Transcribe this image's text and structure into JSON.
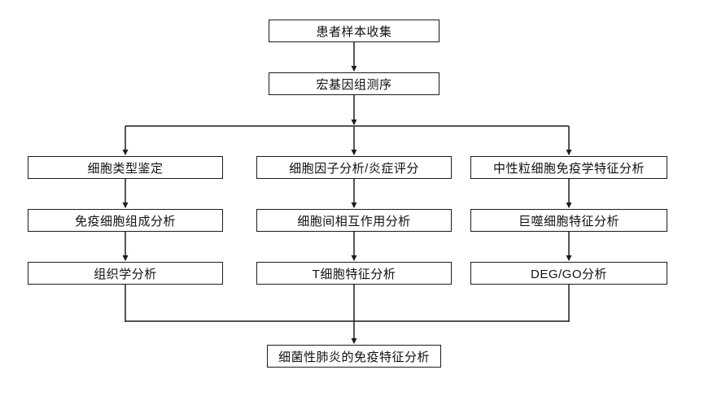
{
  "flowchart": {
    "start": "患者样本收集",
    "step2": "宏基因组测序",
    "columns": {
      "left": [
        "细胞类型鉴定",
        "免疫细胞组成分析",
        "组织学分析"
      ],
      "middle": [
        "细胞因子分析/炎症评分",
        "细胞间相互作用分析",
        "T细胞特征分析"
      ],
      "right": [
        "中性粒细胞免疫学特征分析",
        "巨噬细胞特征分析",
        "DEG/GO分析"
      ]
    },
    "end": "细菌性肺炎的免疫特征分析"
  },
  "colors": {
    "line": "#1c1c1c",
    "box_border": "#1c1c1c",
    "background": "#ffffff",
    "text": "#111111"
  }
}
